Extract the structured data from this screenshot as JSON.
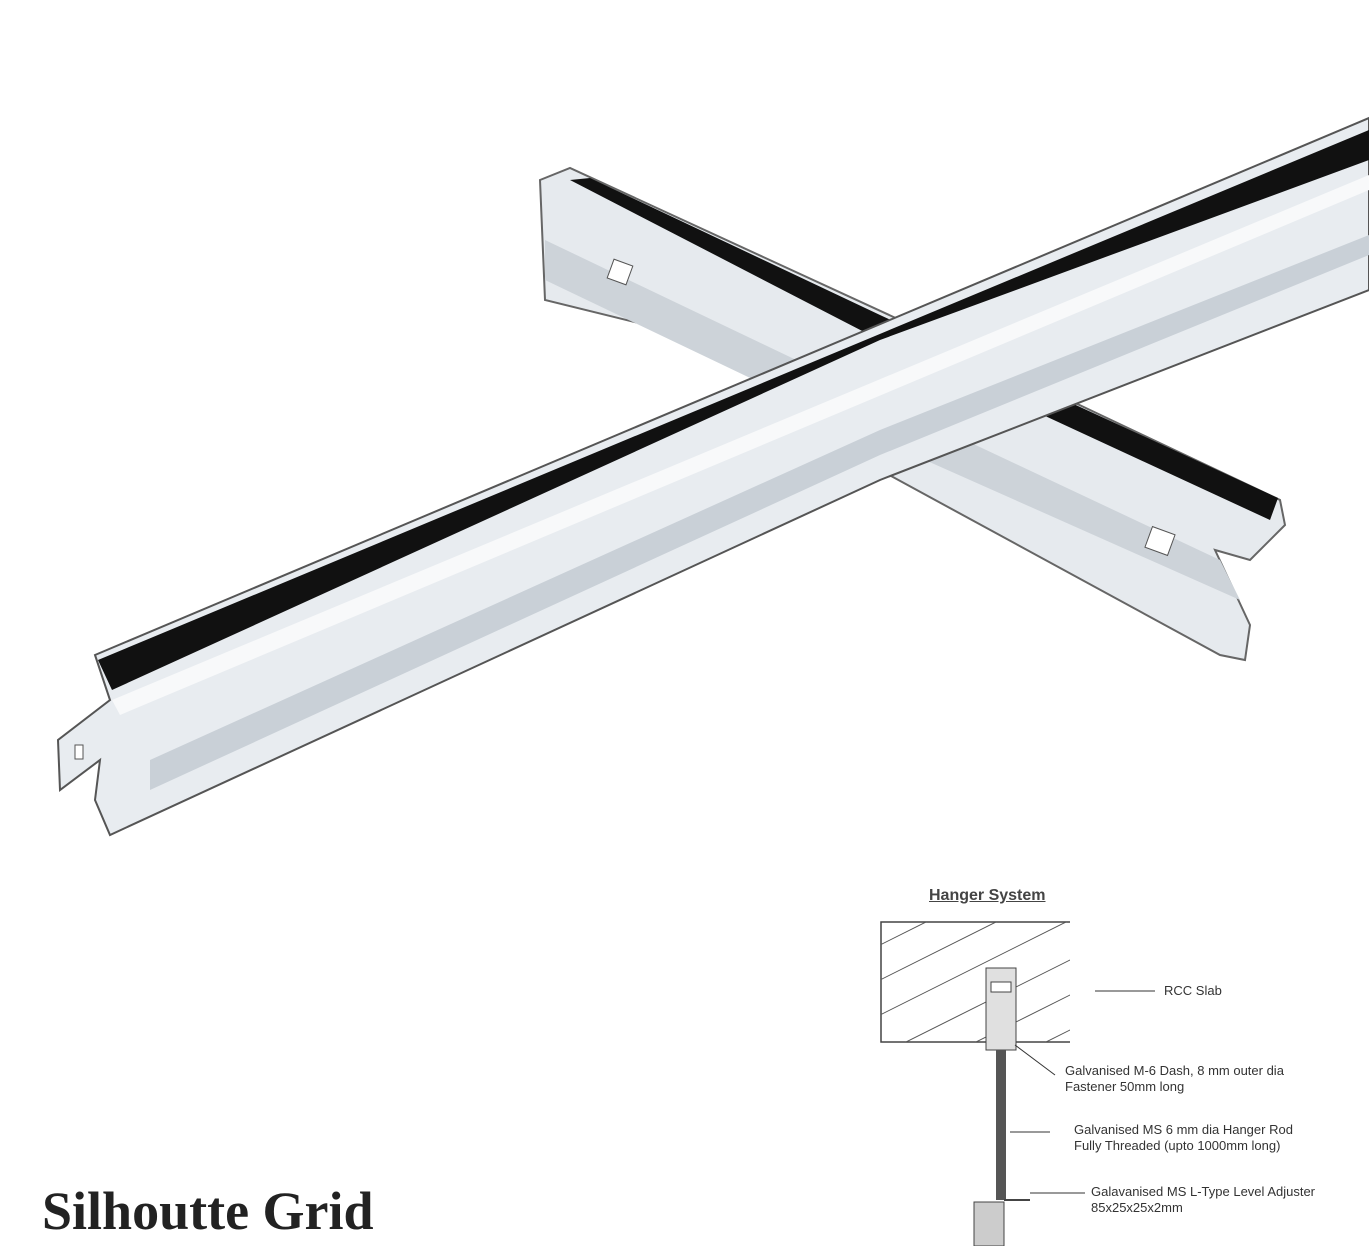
{
  "product_title": "Silhoutte Grid",
  "hanger_system": {
    "title": "Hanger System",
    "labels": {
      "slab": "RCC Slab",
      "fastener_line1": "Galvanised M-6 Dash, 8 mm outer dia",
      "fastener_line2": "Fastener 50mm long",
      "rod_line1": "Galvanised MS 6 mm dia Hanger Rod",
      "rod_line2": "Fully Threaded (upto 1000mm long)",
      "adjuster_line1": "Galavanised MS L-Type Level Adjuster",
      "adjuster_line2": "85x25x25x2mm"
    }
  },
  "colors": {
    "metal": "#e4e8ec",
    "shadow": "#b9c0c7",
    "reveal": "#111111"
  }
}
